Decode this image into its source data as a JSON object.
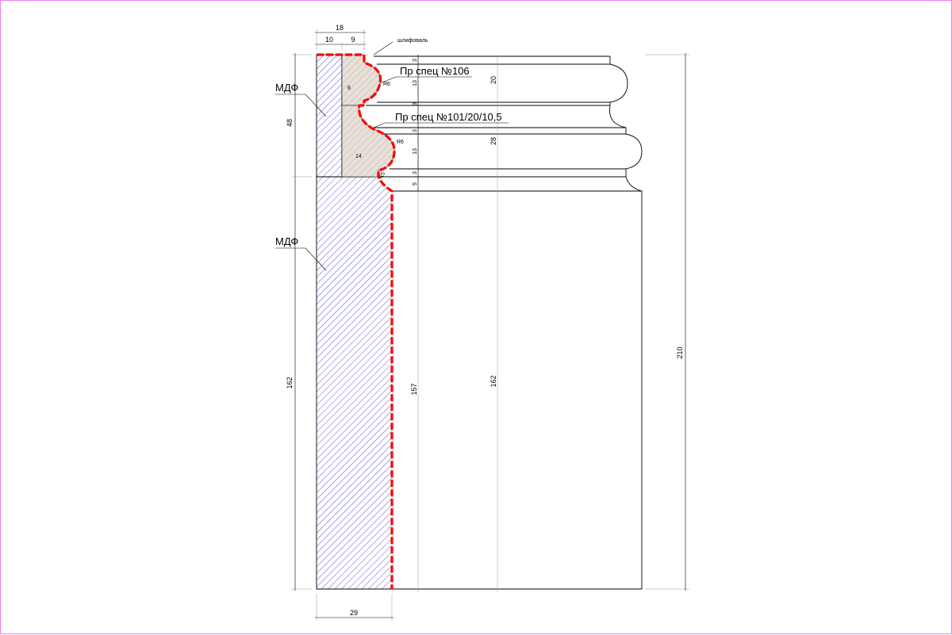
{
  "labels": {
    "mdf_top": "МДФ",
    "mdf_bottom": "МДФ",
    "profile_106": "Пр спец №106",
    "profile_101": "Пр спец №101/20/10,5",
    "sanding_note": "шлифоваль"
  },
  "dimensions": {
    "top_total": "18",
    "top_left": "10",
    "top_right": "9",
    "left_upper": "48",
    "left_lower": "162",
    "bottom_width": "29",
    "right_total": "210",
    "gap_1": "3",
    "bead_1_height": "13",
    "gap_2": "3",
    "gap_3": "3",
    "bead_2_height": "13",
    "gap_4": "3",
    "base_step": "5",
    "inner_height": "157",
    "face_height_162": "162",
    "upper_profile_20": "20",
    "lower_profile_28": "28",
    "radius_1": "R6",
    "radius_2": "R6",
    "radius_3": "R5",
    "inner_6": "6",
    "inner_14": "14"
  },
  "colors": {
    "outline": "#000000",
    "sanded_edge": "#ff0000",
    "mdf_hatch": "#2a2ad8",
    "profile_fill": "#e8e0d8",
    "frame": "#f080f0"
  }
}
